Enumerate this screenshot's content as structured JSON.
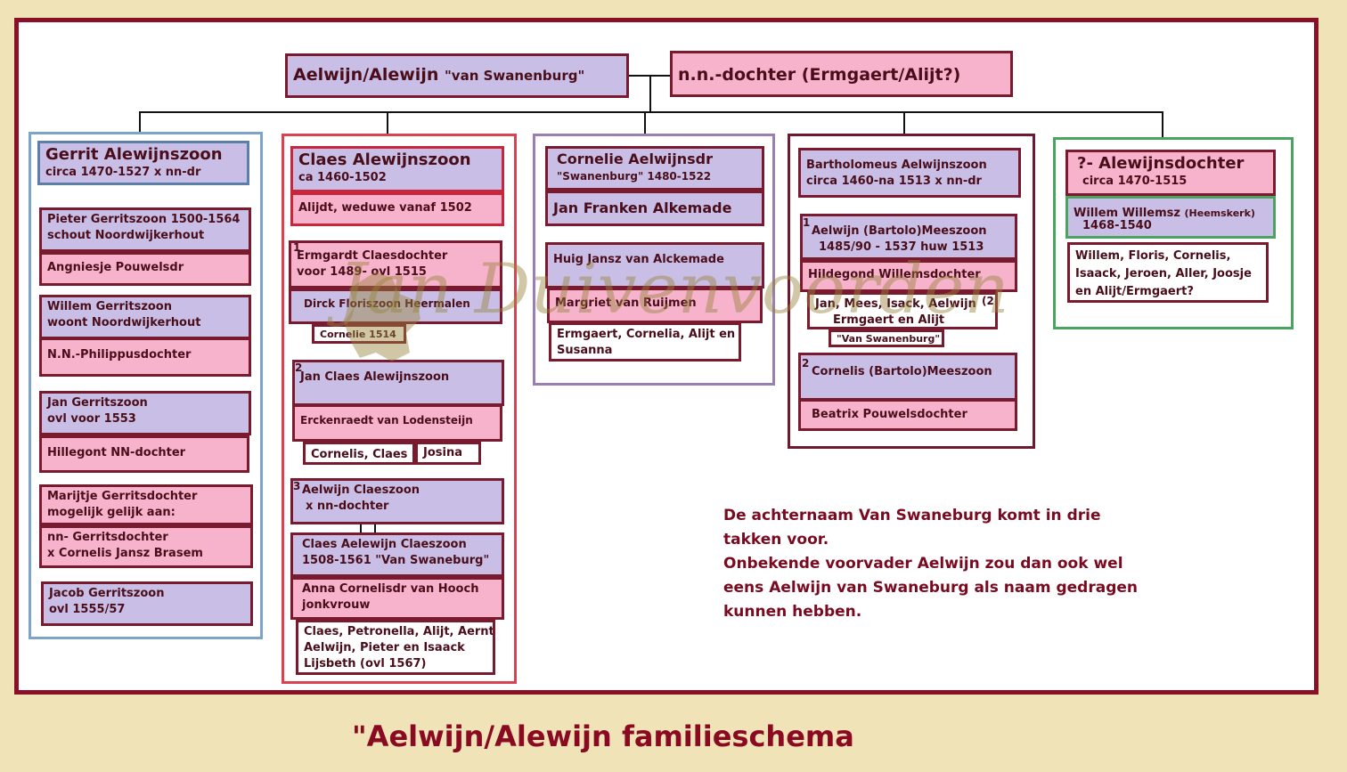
{
  "parents": {
    "father": "Aelwijn/Alewijn",
    "father_suffix": "\"van Swanenburg\"",
    "mother": "n.n.-dochter (Ermgaert/Alijt?)"
  },
  "branch1": {
    "head_name": "Gerrit Alewijnszoon",
    "head_years": "circa 1470-1527     x nn-dr",
    "c1_line1": "Pieter Gerritszoon  1500-1564",
    "c1_line2": "schout Noordwijkerhout",
    "c1_spouse": "Angniesje Pouwelsdr",
    "c2_line1": "Willem Gerritszoon",
    "c2_line2": "woont Noordwijkerhout",
    "c2_spouse": "N.N.-Philippusdochter",
    "c3_line1": "Jan Gerritszoon",
    "c3_line2": "ovl voor 1553",
    "c3_spouse": "Hillegont NN-dochter",
    "c4_line1": "Marijtje Gerritsdochter",
    "c4_line2": "mogelijk gelijk aan:",
    "c4_alt1": "nn- Gerritsdochter",
    "c4_alt2": "x Cornelis Jansz Brasem",
    "c5_line1": "Jacob Gerritszoon",
    "c5_line2": "ovl 1555/57"
  },
  "branch2": {
    "head_name": "Claes Alewijnszoon",
    "head_years": "ca 1460-1502",
    "head_spouse": "Alijdt, weduwe vanaf 1502",
    "c1_num": "1",
    "c1_line1": "Ermgardt Claesdochter",
    "c1_line2": "voor 1489- ovl 1515",
    "c1_spouse": "Dirck Floriszoon Heermalen",
    "c1_child": "Cornelie 1514",
    "c2_num": "2",
    "c2_name": "Jan Claes Alewijnszoon",
    "c2_spouse": "Erckenraedt van Lodensteijn",
    "c2_child1": "Cornelis, Claes",
    "c2_child2": "Josina",
    "c3_num": "3",
    "c3_line1": "Aelwijn Claeszoon",
    "c3_line2": "x nn-dochter",
    "gc_line1": "Claes Aelewijn Claeszoon",
    "gc_line2": "1508-1561 \"Van Swaneburg\"",
    "gc_spouse1": "Anna Cornelisdr van Hooch",
    "gc_spouse2": "jonkvrouw",
    "gc_kids1": "Claes, Petronella, Alijt, Aernt",
    "gc_kids2": "Aelwijn, Pieter en Isaack",
    "gc_kids3": "Lijsbeth (ovl 1567)"
  },
  "branch3": {
    "head_name": "Cornelie Aelwijnsdr",
    "head_years": "\"Swanenburg\" 1480-1522",
    "head_spouse": "Jan Franken Alkemade",
    "c1_name": "Huig Jansz van Alckemade",
    "c1_spouse": "Margriet van Ruijmen",
    "c1_kids1": "Ermgaert, Cornelia, Alijt en",
    "c1_kids2": "Susanna"
  },
  "branch4": {
    "head_name": "Bartholomeus Aelwijnszoon",
    "head_years": "circa 1460-na 1513  x nn-dr",
    "c1_num": "1",
    "c1_line1": "Aelwijn (Bartolo)Meeszoon",
    "c1_line2": "1485/90 - 1537   huw 1513",
    "c1_spouse": "Hildegond Willemsdochter",
    "c1_kids1": "Jan, Mees, Isack, Aelwijn",
    "c1_kids_num": "(2",
    "c1_kids2": "Ermgaert en Alijt",
    "c1_kids3": "\"Van Swanenburg\"",
    "c2_num": "2",
    "c2_name": "Cornelis (Bartolo)Meeszoon",
    "c2_spouse": "Beatrix Pouwelsdochter"
  },
  "branch5": {
    "head_name": "?- Alewijnsdochter",
    "head_years": "circa 1470-1515",
    "spouse_name": "Willem Willemsz",
    "spouse_place": "(Heemskerk)",
    "spouse_years": "1468-1540",
    "kids1": "Willem, Floris, Cornelis,",
    "kids2": "Isaack, Jeroen, Aller, Joosje",
    "kids3": "en Alijt/Ermgaert?"
  },
  "note": {
    "line1": "De achternaam Van Swaneburg komt in drie",
    "line2": "takken voor.",
    "line3": "Onbekende voorvader Aelwijn zou dan ook wel",
    "line4": "eens Aelwijn van Swaneburg als naam gedragen",
    "line5": "kunnen hebben."
  },
  "caption": "\"Aelwijn/Alewijn familieschema",
  "watermark": "Jan Duivenvoorden",
  "colors": {
    "frame": "#8a1028",
    "background": "#f1e3b8",
    "lavender": "#c9bfe6",
    "pink": "#f7b3cc",
    "branch1_border": "#7ea3c8",
    "branch2_border": "#d9434f",
    "branch3_border": "#9b7fb3",
    "branch4_border": "#6e1a2e",
    "branch5_border": "#4aa35e"
  }
}
